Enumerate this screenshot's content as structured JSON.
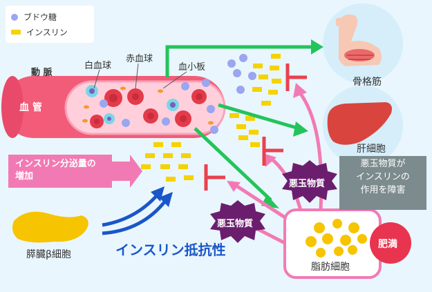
{
  "legend": {
    "glucose_label": "ブドウ糖",
    "insulin_label": "インスリン"
  },
  "labels": {
    "artery": "動 脈",
    "vessel": "血 管",
    "white_blood_cell": "白血球",
    "red_blood_cell": "赤血球",
    "platelet": "血小板",
    "skeletal_muscle": "骨格筋",
    "liver_cell": "肝細胞",
    "fat_cell": "脂肪細胞",
    "obesity": "肥満",
    "pancreas_beta_cell": "膵臓β細胞"
  },
  "insulin_increase": {
    "line1": "インスリン分泌量の",
    "line2": "増加"
  },
  "bad_substance": {
    "left": "悪玉物質",
    "right": "悪玉物質"
  },
  "note_box": {
    "line1": "悪玉物質が",
    "line2": "インスリンの",
    "line3": "作用を障害"
  },
  "insulin_resistance": "インスリン抵抗性",
  "colors": {
    "background": "#e9f6fd",
    "green_arrow": "#23c45a",
    "pink_arrow": "#f27ab4",
    "blue_arrow": "#1a56c8",
    "inhibition": "#e8424e",
    "glucose": "#9aa6ef",
    "insulin": "#f6d200",
    "vessel": "#f25c78",
    "bad_substance": "#6b1e6e"
  }
}
